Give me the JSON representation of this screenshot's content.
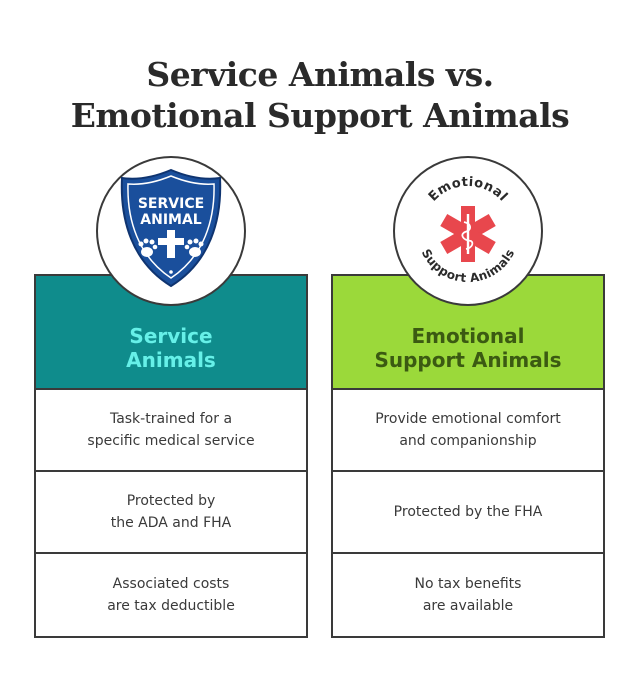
{
  "title": {
    "line1": "Service Animals vs.",
    "line2": "Emotional Support Animals"
  },
  "colors": {
    "service_header_bg": "#0f8c8c",
    "service_header_text": "#66f0e8",
    "esa_header_bg": "#9bd93a",
    "esa_header_text": "#3b5a12",
    "shield_blue": "#1a4f9c",
    "star_of_life_red": "#e8474d"
  },
  "service_badge": {
    "icon": "service-animal-shield-icon",
    "line1": "SERVICE",
    "line2": "ANIMAL"
  },
  "esa_badge": {
    "icon": "star-of-life-icon",
    "arc_top": "Emotional",
    "arc_bottom": "Support Animals"
  },
  "service": {
    "header_line1": "Service",
    "header_line2": "Animals",
    "rows": [
      {
        "line1": "Task-trained for a",
        "line2": "specific medical service"
      },
      {
        "line1": "Protected by",
        "line2": "the ADA and FHA"
      },
      {
        "line1": "Associated costs",
        "line2": "are tax deductible"
      }
    ]
  },
  "esa": {
    "header_line1": "Emotional",
    "header_line2": "Support Animals",
    "rows": [
      {
        "line1": "Provide emotional comfort",
        "line2": "and companionship"
      },
      {
        "line1": "Protected by the FHA",
        "line2": ""
      },
      {
        "line1": "No tax benefits",
        "line2": "are available"
      }
    ]
  }
}
